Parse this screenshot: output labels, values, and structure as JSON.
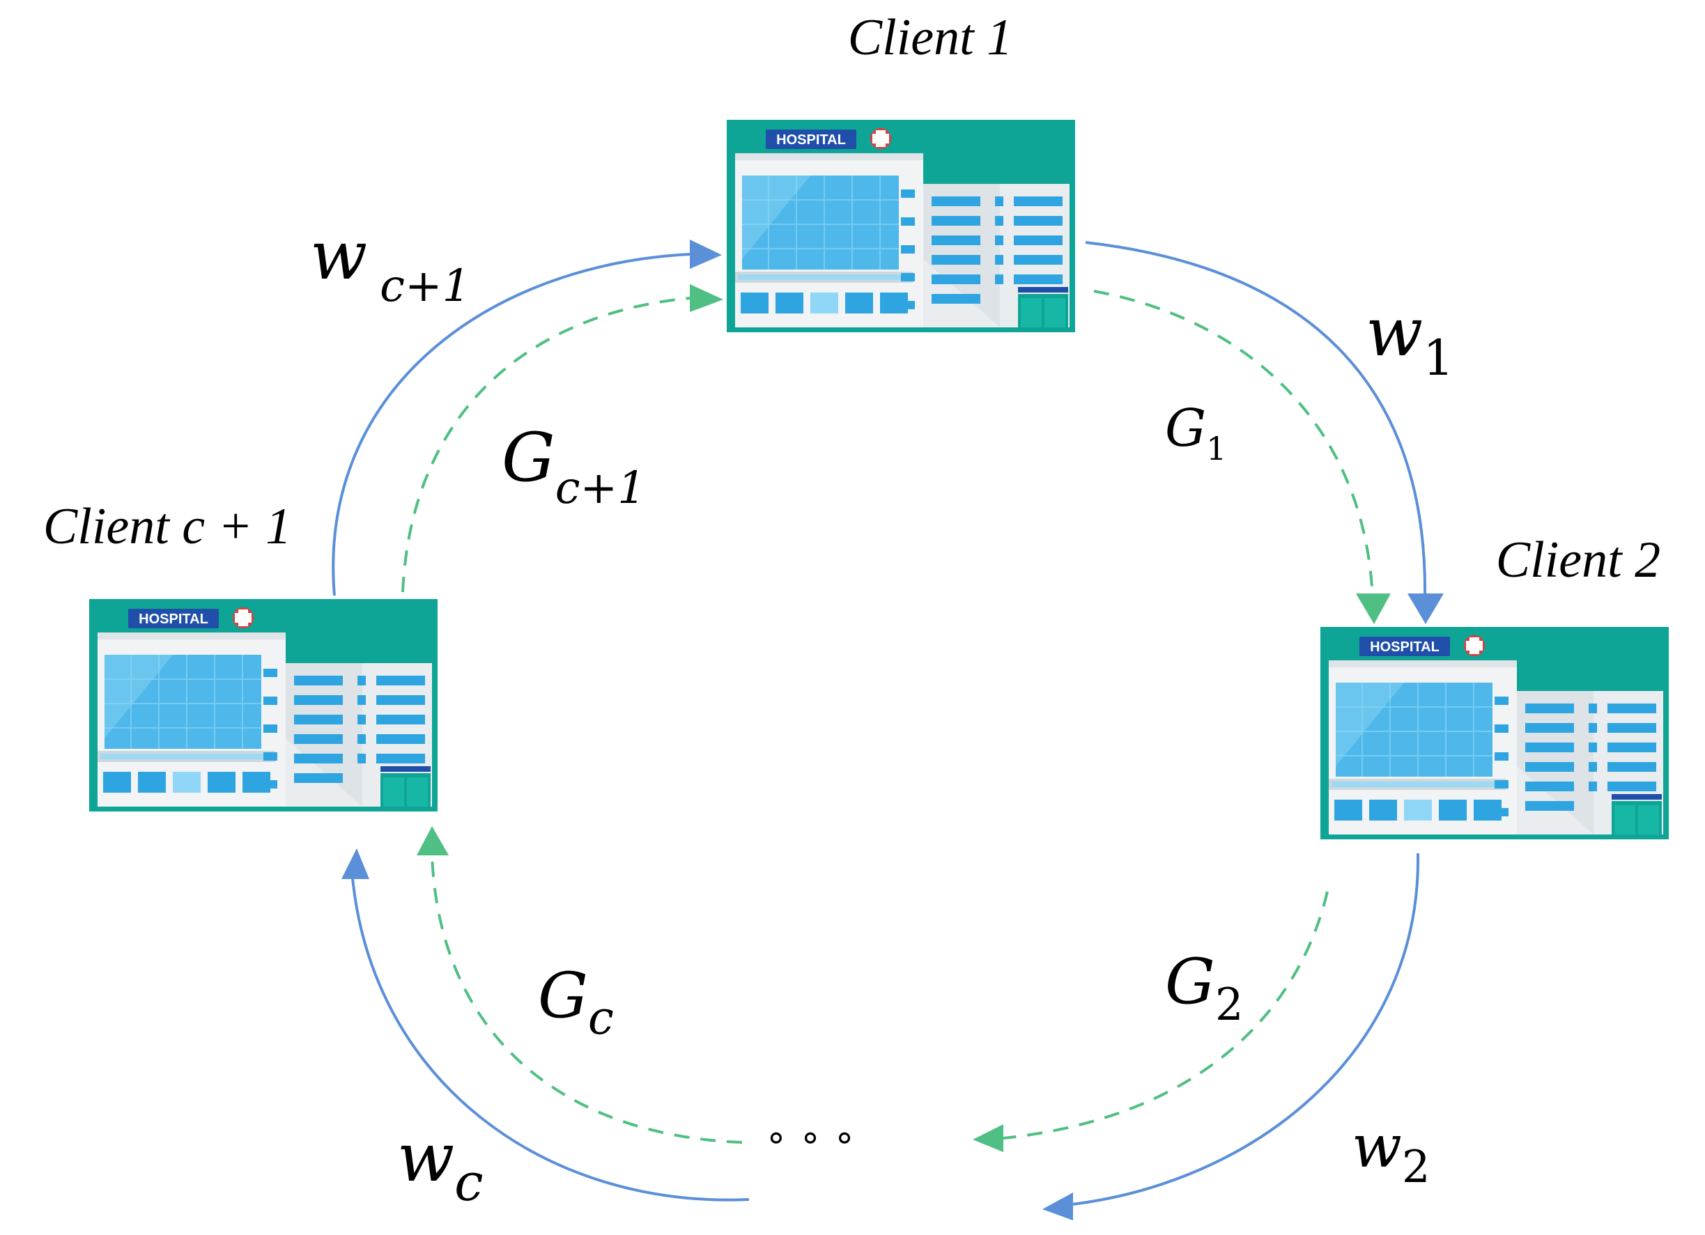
{
  "colors": {
    "weight_arrow": "#5b8fd8",
    "gradient_arrow": "#4fbf83",
    "hospital_frame": "#0fa596",
    "hospital_sign": "#1f4fa8",
    "hospital_cross": "#e23b3b",
    "glass": "#4fb8ea",
    "building": "#f1f3f5"
  },
  "icons": {
    "hospital": "hospital-building-icon",
    "cross": "medical-cross-icon"
  },
  "clients": [
    {
      "id": "client-1",
      "label": "Client 1",
      "sign": "HOSPITAL"
    },
    {
      "id": "client-2",
      "label": "Client 2",
      "sign": "HOSPITAL"
    },
    {
      "id": "client-c-plus-1",
      "label": "Client c + 1",
      "sign": "HOSPITAL"
    }
  ],
  "edges": {
    "w1": {
      "base": "w",
      "sub": "1"
    },
    "g1": {
      "base": "G",
      "sub": "1"
    },
    "w2": {
      "base": "w",
      "sub": "2"
    },
    "g2": {
      "base": "G",
      "sub": "2"
    },
    "wc": {
      "base": "w",
      "sub": "c"
    },
    "gc": {
      "base": "G",
      "sub": "c"
    },
    "wc1": {
      "base": "w",
      "sub": "c+1"
    },
    "gc1": {
      "base": "G",
      "sub": "c+1"
    }
  },
  "ellipsis": "∘  ∘  ∘"
}
